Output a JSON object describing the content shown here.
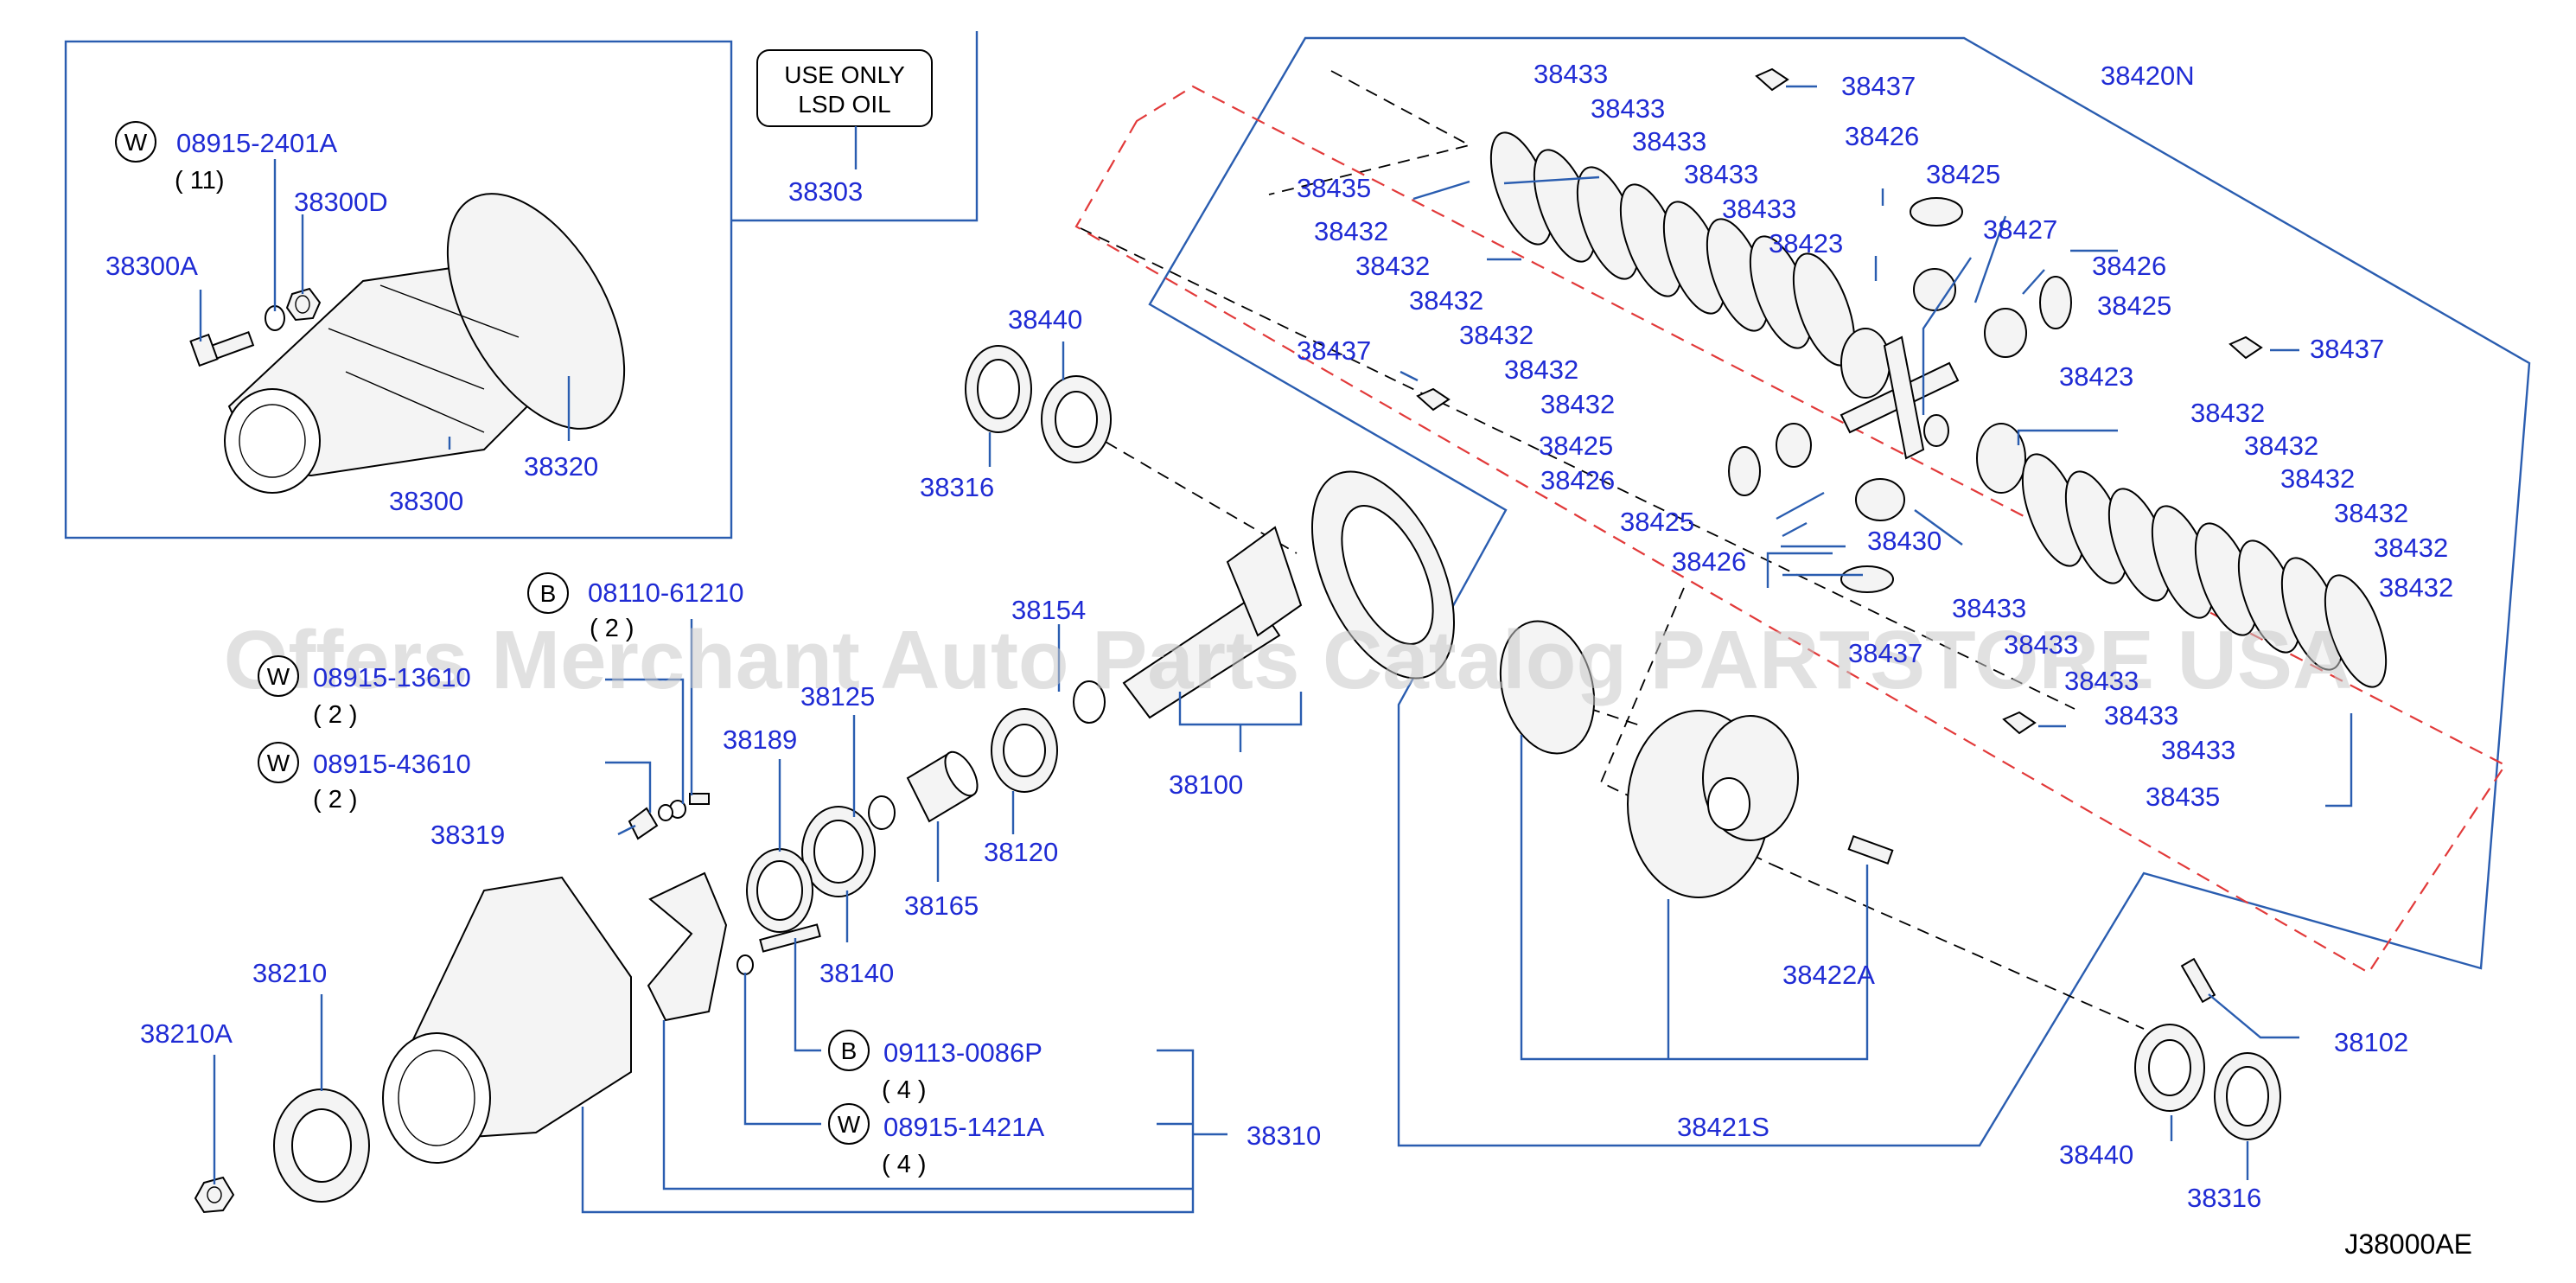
{
  "diagram_code": "J38000AE",
  "watermark": "Offers Merchant Auto Parts Catalog PARTSTORE USA",
  "note_box": {
    "line1": "USE   ONLY",
    "line2": "LSD   OIL"
  },
  "symbols": {
    "w": "W",
    "b": "B"
  },
  "labels": {
    "p08915_2401A": "08915-2401A",
    "q_11": "( 11)",
    "p38300D": "38300D",
    "p38300A": "38300A",
    "p38300": "38300",
    "p38320": "38320",
    "p38303": "38303",
    "p08110_61210": "08110-61210",
    "q_2a": "( 2 )",
    "p08915_13610": "08915-13610",
    "q_2b": "( 2 )",
    "p08915_43610": "08915-43610",
    "q_2c": "( 2 )",
    "p38319": "38319",
    "p38189": "38189",
    "p38125": "38125",
    "p38154": "38154",
    "p38140": "38140",
    "p38165": "38165",
    "p38120": "38120",
    "p38100": "38100",
    "p38210": "38210",
    "p38210A": "38210A",
    "p09113_0086P": "09113-0086P",
    "q_4a": "( 4 )",
    "p08915_1421A": "08915-1421A",
    "q_4b": "( 4 )",
    "p38310": "38310",
    "p38440_top": "38440",
    "p38316_top": "38316",
    "p38440_bot": "38440",
    "p38316_bot": "38316",
    "p38102": "38102",
    "p38422A": "38422A",
    "p38421S": "38421S",
    "p38420N": "38420N",
    "p38433_1": "38433",
    "p38433_2": "38433",
    "p38433_3": "38433",
    "p38433_4": "38433",
    "p38433_5": "38433",
    "p38435_top": "38435",
    "p38432_1": "38432",
    "p38432_2": "38432",
    "p38432_3": "38432",
    "p38432_4": "38432",
    "p38432_5": "38432",
    "p38432_6": "38432",
    "p38437_top": "38437",
    "p38437_left": "38437",
    "p38437_right": "38437",
    "p38437_mid": "38437",
    "p38423_top": "38423",
    "p38423_right": "38423",
    "p38426_a": "38426",
    "p38425_a": "38425",
    "p38427": "38427",
    "p38426_b": "38426",
    "p38425_b": "38425",
    "p38425_c": "38425",
    "p38426_c": "38426",
    "p38425_d": "38425",
    "p38426_d": "38426",
    "p38430": "38430",
    "p38432_r1": "38432",
    "p38432_r2": "38432",
    "p38432_r3": "38432",
    "p38432_r4": "38432",
    "p38432_r5": "38432",
    "p38432_r6": "38432",
    "p38433_r1": "38433",
    "p38433_r2": "38433",
    "p38433_r3": "38433",
    "p38433_r4": "38433",
    "p38433_r5": "38433",
    "p38435_bot": "38435"
  }
}
